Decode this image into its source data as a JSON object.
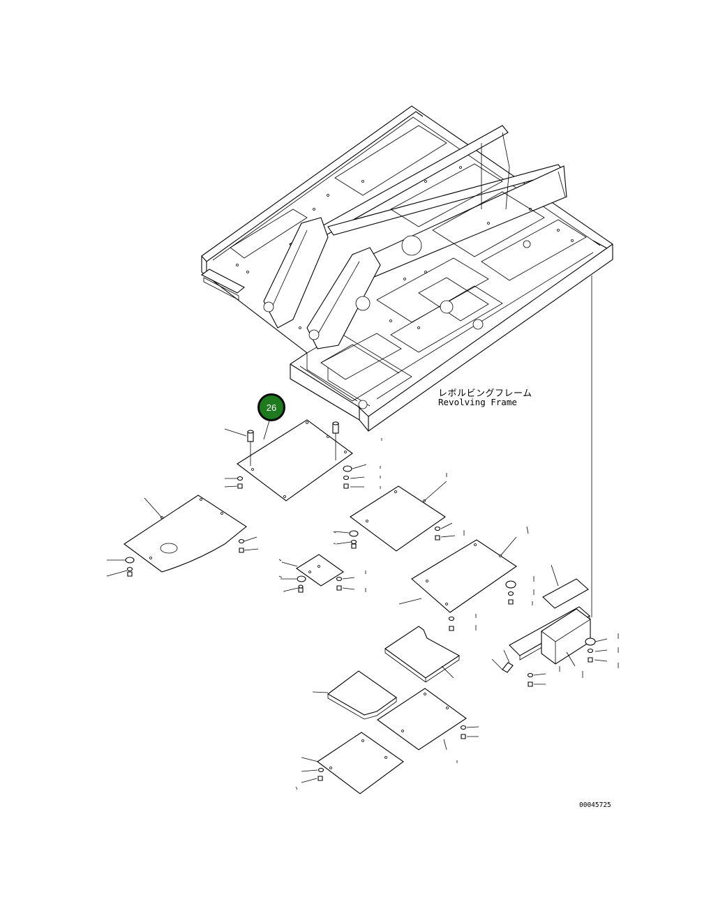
{
  "frame_label": {
    "japanese": "レボルビングフレーム",
    "english": "Revolving Frame"
  },
  "callout": {
    "number": "26"
  },
  "drawing_number": "00045725"
}
